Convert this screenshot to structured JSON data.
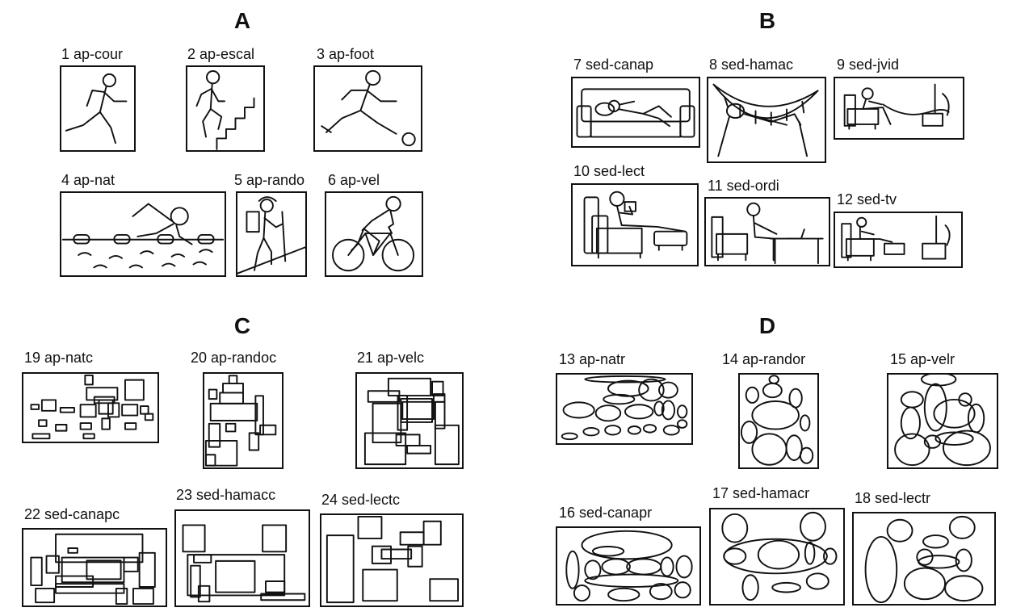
{
  "panels": {
    "A": {
      "title": "A",
      "items": [
        "1 ap-cour",
        "2 ap-escal",
        "3 ap-foot",
        "4 ap-nat",
        "5 ap-rando",
        "6 ap-vel"
      ]
    },
    "B": {
      "title": "B",
      "items": [
        "7 sed-canap",
        "8 sed-hamac",
        "9 sed-jvid",
        "10 sed-lect",
        "11 sed-ordi",
        "12 sed-tv"
      ]
    },
    "C": {
      "title": "C",
      "items": [
        "19 ap-natc",
        "20 ap-randoc",
        "21 ap-velc",
        "22 sed-canapc",
        "23 sed-hamacc",
        "24 sed-lectc"
      ]
    },
    "D": {
      "title": "D",
      "items": [
        "13 ap-natr",
        "14 ap-randor",
        "15 ap-velr",
        "16 sed-canapr",
        "17 sed-hamacr",
        "18 sed-lectr"
      ]
    }
  }
}
